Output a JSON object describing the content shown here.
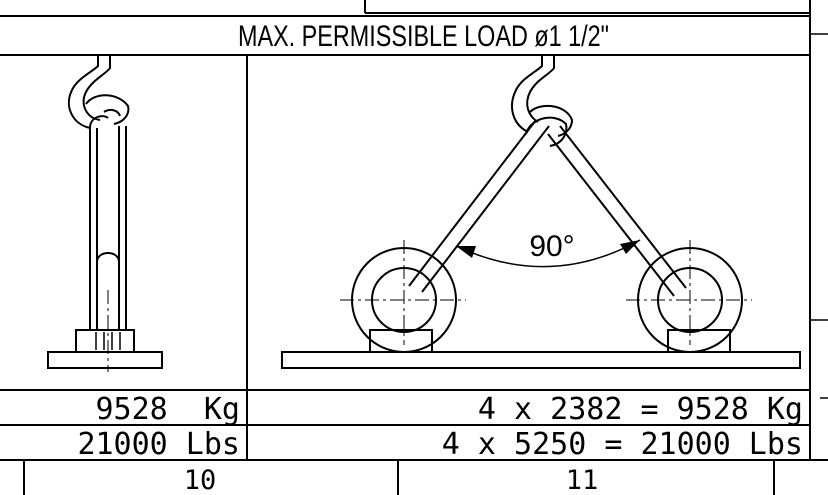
{
  "table": {
    "title": "MAX. PERMISSIBLE LOAD ø1 1/2\"",
    "rows": [
      {
        "left": "9528  Kg",
        "right": "4 x 2382 = 9528 Kg"
      },
      {
        "left": "21000 Lbs",
        "right": "4 x 5250 = 21000 Lbs"
      }
    ],
    "columns": [
      "10",
      "11"
    ]
  },
  "figure_right": {
    "angle_label": "90°"
  }
}
